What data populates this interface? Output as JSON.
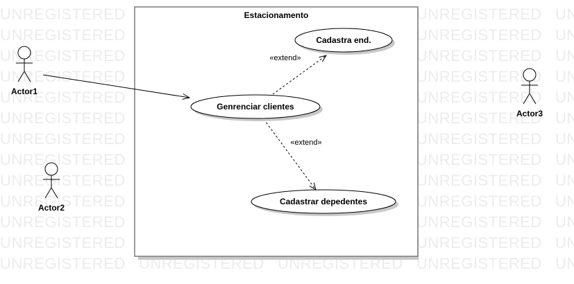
{
  "watermark_text": "UNREGISTERED",
  "system": {
    "name": "Estacionamento"
  },
  "actors": [
    {
      "id": "actor1",
      "name": "Actor1"
    },
    {
      "id": "actor2",
      "name": "Actor2"
    },
    {
      "id": "actor3",
      "name": "Actor3"
    }
  ],
  "use_cases": [
    {
      "id": "uc-cadastra-end",
      "name": "Cadastra end."
    },
    {
      "id": "uc-genrenciar-clientes",
      "name": "Genrenciar clientes"
    },
    {
      "id": "uc-cadastrar-dependentes",
      "name": "Cadastrar depedentes"
    }
  ],
  "relations": [
    {
      "type": "association",
      "from": "Actor1",
      "to": "Genrenciar clientes"
    },
    {
      "type": "extend",
      "label": "«extend»",
      "from": "Genrenciar clientes",
      "to": "Cadastra end."
    },
    {
      "type": "extend",
      "label": "«extend»",
      "from": "Genrenciar clientes",
      "to": "Cadastrar depedentes"
    }
  ],
  "colors": {
    "watermark": "#ececec",
    "line": "#000000",
    "boundary": "#7a7a7a",
    "shadow": "#c8c8c8"
  }
}
